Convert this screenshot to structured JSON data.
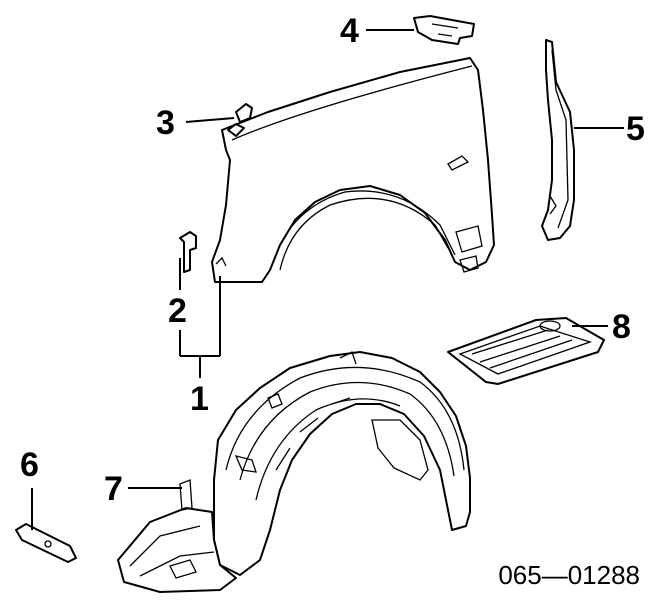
{
  "diagram": {
    "callouts": [
      {
        "id": "callout-1",
        "label": "1"
      },
      {
        "id": "callout-2",
        "label": "2"
      },
      {
        "id": "callout-3",
        "label": "3"
      },
      {
        "id": "callout-4",
        "label": "4"
      },
      {
        "id": "callout-5",
        "label": "5"
      },
      {
        "id": "callout-6",
        "label": "6"
      },
      {
        "id": "callout-7",
        "label": "7"
      },
      {
        "id": "callout-8",
        "label": "8"
      }
    ],
    "figure_code": "065—01288"
  },
  "colors": {
    "ink": "#000000",
    "paper": "#ffffff"
  }
}
